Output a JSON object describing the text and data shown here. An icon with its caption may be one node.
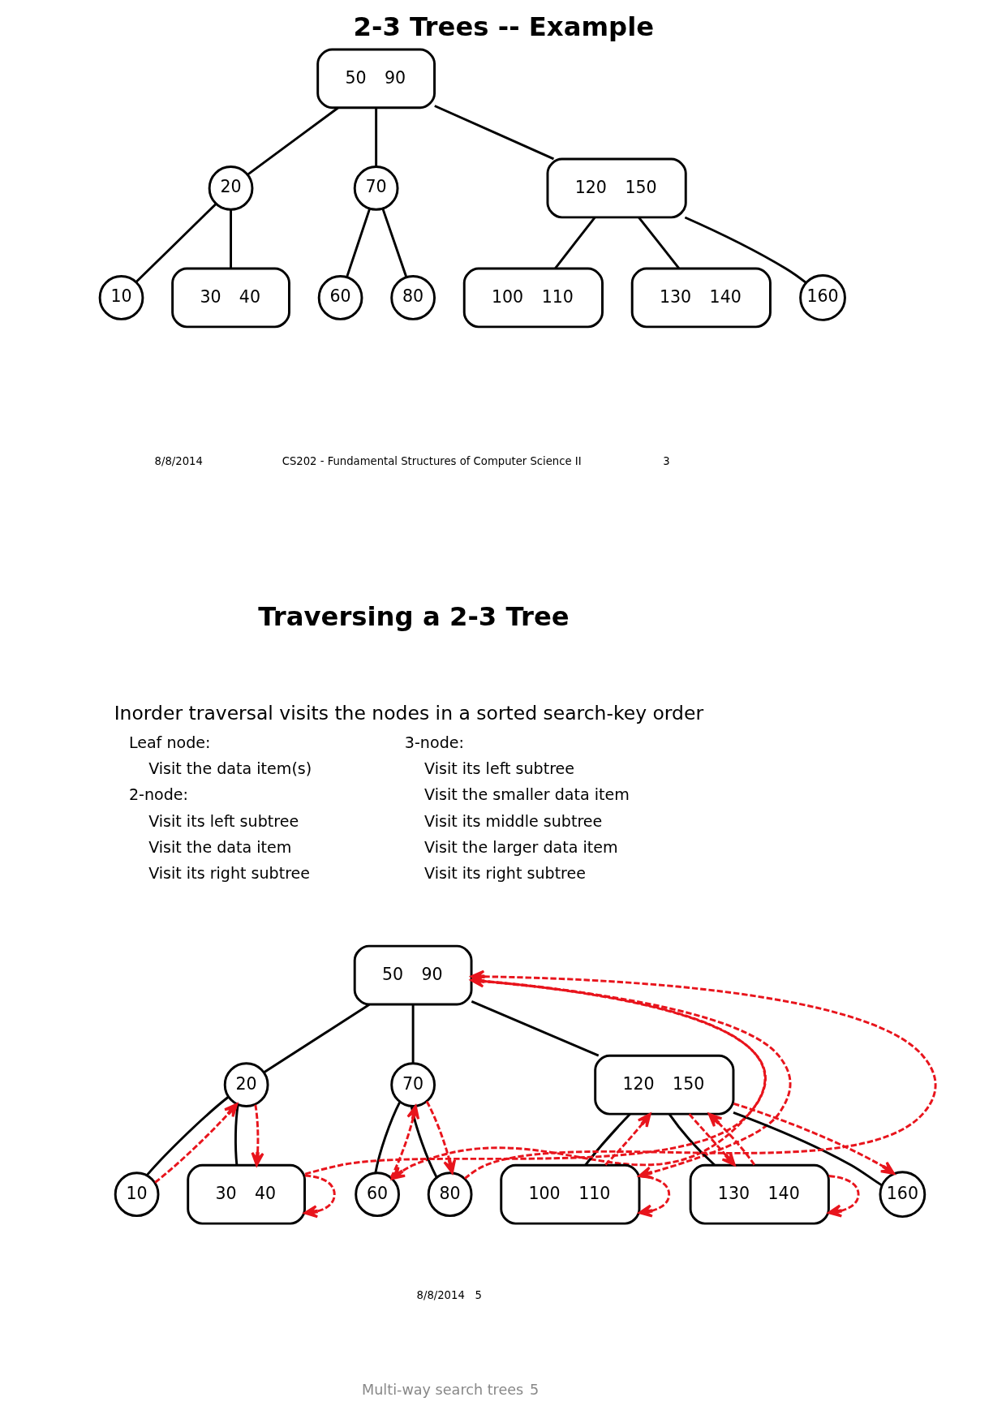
{
  "diagram": {
    "title": "2-3 Trees -- Example",
    "nodes": [
      {
        "text": [
          "50",
          "90"
        ]
      },
      {
        "text": [
          "20"
        ]
      },
      {
        "text": [
          "70"
        ]
      },
      {
        "text": [
          "120",
          "150"
        ]
      },
      {
        "text": [
          "10"
        ]
      },
      {
        "text": [
          "30",
          "40"
        ]
      },
      {
        "text": [
          "60"
        ]
      },
      {
        "text": [
          "80"
        ]
      },
      {
        "text": [
          "100",
          "110"
        ]
      },
      {
        "text": [
          "130",
          "140"
        ]
      },
      {
        "text": [
          "160"
        ]
      },
      {
        "text": [
          "50",
          "90"
        ]
      },
      {
        "text": [
          "20"
        ]
      },
      {
        "text": [
          "70"
        ]
      },
      {
        "text": [
          "120",
          "150"
        ]
      },
      {
        "text": [
          "10"
        ]
      },
      {
        "text": [
          "30",
          "40"
        ]
      },
      {
        "text": [
          "60"
        ]
      },
      {
        "text": [
          "80"
        ]
      },
      {
        "text": [
          "100",
          "110"
        ]
      },
      {
        "text": [
          "130",
          "140"
        ]
      },
      {
        "text": [
          "160"
        ]
      }
    ],
    "edges": [
      {
        "from": 0,
        "to": 1,
        "arrow": "none"
      },
      {
        "from": 0,
        "to": 2,
        "arrow": "none"
      },
      {
        "from": 0,
        "to": 3,
        "arrow": "none"
      },
      {
        "from": 1,
        "to": 4,
        "arrow": "none"
      },
      {
        "from": 1,
        "to": 5,
        "arrow": "none"
      },
      {
        "from": 2,
        "to": 6,
        "arrow": "none"
      },
      {
        "from": 2,
        "to": 7,
        "arrow": "none"
      },
      {
        "from": 3,
        "to": 8,
        "arrow": "none"
      },
      {
        "from": 3,
        "to": 9,
        "arrow": "none"
      },
      {
        "from": 3,
        "to": 10,
        "arrow": "none"
      },
      {
        "from": 11,
        "to": 12,
        "arrow": "none"
      },
      {
        "from": 11,
        "to": 13,
        "arrow": "none"
      },
      {
        "from": 11,
        "to": 14,
        "arrow": "none"
      },
      {
        "from": 12,
        "to": 15,
        "arrow": "none"
      },
      {
        "from": 12,
        "to": 16,
        "arrow": "none"
      },
      {
        "from": 13,
        "to": 17,
        "arrow": "none"
      },
      {
        "from": 13,
        "to": 18,
        "arrow": "none"
      },
      {
        "from": 14,
        "to": 19,
        "arrow": "none"
      },
      {
        "from": 14,
        "to": 20,
        "arrow": "none"
      },
      {
        "from": 14,
        "to": 21,
        "arrow": "none"
      },
      {
        "from": 15,
        "to": 12,
        "arrow": "to",
        "style": "dashed",
        "color": "#e8141c"
      },
      {
        "from": 12,
        "to": 16,
        "arrow": "to",
        "style": "dashed",
        "color": "#e8141c"
      },
      {
        "from": 16,
        "to": 16,
        "arrow": "to",
        "style": "dashed",
        "color": "#e8141c"
      },
      {
        "from": 16,
        "to": 11,
        "arrow": "to",
        "style": "dashed",
        "color": "#e8141c"
      },
      {
        "from": 11,
        "to": 17,
        "arrow": "to",
        "style": "dashed",
        "color": "#e8141c"
      },
      {
        "from": 17,
        "to": 13,
        "arrow": "to",
        "style": "dashed",
        "color": "#e8141c"
      },
      {
        "from": 13,
        "to": 18,
        "arrow": "to",
        "style": "dashed",
        "color": "#e8141c"
      },
      {
        "from": 18,
        "to": 11,
        "arrow": "to",
        "style": "dashed",
        "color": "#e8141c"
      },
      {
        "from": 11,
        "to": 19,
        "arrow": "to",
        "style": "dashed",
        "color": "#e8141c"
      },
      {
        "from": 19,
        "to": 19,
        "arrow": "to",
        "style": "dashed",
        "color": "#e8141c"
      },
      {
        "from": 19,
        "to": 14,
        "arrow": "to",
        "style": "dashed",
        "color": "#e8141c"
      },
      {
        "from": 14,
        "to": 20,
        "arrow": "to",
        "style": "dashed",
        "color": "#e8141c"
      },
      {
        "from": 20,
        "to": 20,
        "arrow": "to",
        "style": "dashed",
        "color": "#e8141c"
      },
      {
        "from": 20,
        "to": 14,
        "arrow": "to",
        "style": "dashed",
        "color": "#e8141c"
      },
      {
        "from": 14,
        "to": 21,
        "arrow": "to",
        "style": "dashed",
        "color": "#e8141c"
      }
    ],
    "labels": [
      "8/8/2014",
      "CS202 - Fundamental Structures of Computer Science II",
      "3",
      "Traversing a 2-3 Tree",
      "Inorder traversal visits the nodes in a sorted search-key order",
      "Leaf node:",
      "Visit the data item(s)",
      "2-node:",
      "Visit its left subtree",
      "Visit the data item",
      "Visit its right subtree",
      "3-node:",
      "Visit its left subtree",
      "Visit the smaller data item",
      "Visit its middle subtree",
      "Visit the larger data item",
      "Visit its right subtree",
      "8/8/2014",
      "5",
      "Multi-way search trees",
      "5"
    ]
  }
}
